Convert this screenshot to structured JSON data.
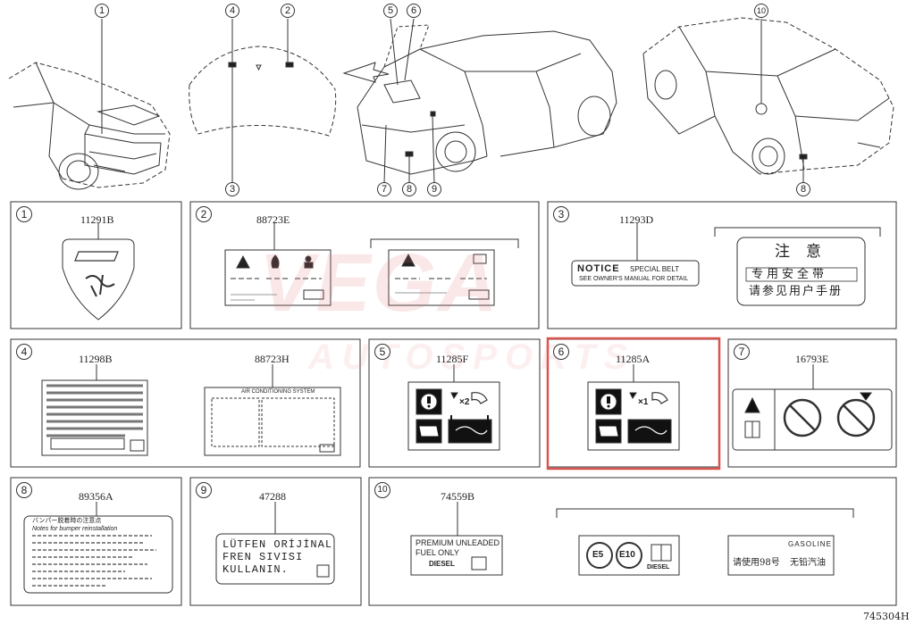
{
  "watermark": {
    "brand": "VEGA",
    "sub": "AUTOSPORTS"
  },
  "callouts": {
    "c1": "1",
    "c2": "2",
    "c3": "3",
    "c4": "4",
    "c5": "5",
    "c6": "6",
    "c7": "7",
    "c8a": "8",
    "c9": "9",
    "c10": "10",
    "c8b": "8"
  },
  "panels": {
    "p1": {
      "num": "1",
      "part": "11291B"
    },
    "p2": {
      "num": "2",
      "part": "88723E"
    },
    "p3": {
      "num": "3",
      "part": "11293D",
      "notice_text": "NOTICE",
      "notice_sub": "SPECIAL BELT",
      "notice_line2": "SEE OWNER'S MANUAL FOR DETAIL",
      "cn_title": "注意",
      "cn_line1": "专用安全带",
      "cn_line2": "请参见用户手册"
    },
    "p4": {
      "num": "4",
      "part1": "11298B",
      "part2": "88723H",
      "ac_title": "AIR CONDITIONING SYSTEM"
    },
    "p5": {
      "num": "5",
      "part": "11285F",
      "mult": "×2"
    },
    "p6": {
      "num": "6",
      "part": "11285A",
      "mult": "×1"
    },
    "p7": {
      "num": "7",
      "part": "16793E"
    },
    "p8": {
      "num": "8",
      "part": "89356A",
      "line1": "バンパー脱着時の注意点",
      "line2": "Notes for bumper reinstallation"
    },
    "p9": {
      "num": "9",
      "part": "47288",
      "line1": "LÜTFEN ORİJİNAL",
      "line2": "FREN SIVISI",
      "line3": "KULLANIN."
    },
    "p10": {
      "num": "10",
      "part": "74559B",
      "fuel_line1": "PREMIUM UNLEADED",
      "fuel_line2": "FUEL ONLY",
      "diesel": "DIESEL",
      "e5": "E5",
      "e10": "E10",
      "diesel2": "DIESEL",
      "gasoline": "GASOLINE",
      "cn_fuel1": "请使用98号",
      "cn_fuel2": "无铅汽油"
    }
  },
  "diagram_code": "745304H",
  "colors": {
    "highlight": "#d9534f",
    "line": "#333333"
  }
}
